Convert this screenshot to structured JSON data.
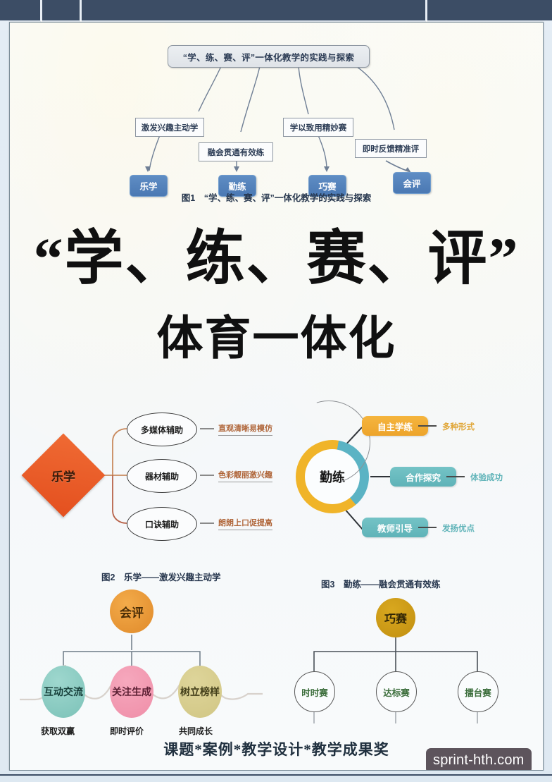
{
  "browser": {
    "bar_color": "#3c4d65"
  },
  "page": {
    "background": "#f7fafc",
    "border_color": "#7d8e99"
  },
  "fig1": {
    "title": "“学、练、赛、评”一体化教学的实践与探索",
    "branches": [
      "激发兴趣主动学",
      "融会贯通有效练",
      "学以致用精妙赛",
      "即时反馈精准评"
    ],
    "nodes": [
      "乐学",
      "勤练",
      "巧赛",
      "会评"
    ],
    "node_color": "#4a78b3",
    "caption": "图1　“学、练、赛、评”一体化教学的实践与探索"
  },
  "hero": {
    "line1": "“学、练、赛、评”",
    "line2": "体育一体化"
  },
  "fig2": {
    "center": "乐学",
    "center_color": "#e4501f",
    "items": [
      {
        "node": "多媒体辅助",
        "label": "直观清晰易模仿"
      },
      {
        "node": "器材辅助",
        "label": "色彩靓丽激兴趣"
      },
      {
        "node": "口诀辅助",
        "label": "朗朗上口促提高"
      }
    ],
    "caption": "图2　乐学——激发兴趣主动学"
  },
  "fig3": {
    "center": "勤练",
    "ring_colors": [
      "#f0b429",
      "#5bb3c4"
    ],
    "items": [
      {
        "pill": "自主学练",
        "label": "多种形式",
        "color": "#eda42b"
      },
      {
        "pill": "合作探究",
        "label": "体验成功",
        "color": "#5fb3b8"
      },
      {
        "pill": "教师引导",
        "label": "发扬优点",
        "color": "#5fb3b8"
      }
    ],
    "caption": "图3　勤练——融会贯通有效练"
  },
  "fig4": {
    "center": "会评",
    "center_color": "#e08a2a",
    "items": [
      {
        "node": "互动交流",
        "caption": "获取双赢",
        "color": "#7cc2b8"
      },
      {
        "node": "关注生成",
        "caption": "即时评价",
        "color": "#ef8ea8"
      },
      {
        "node": "树立榜样",
        "caption": "共同成长",
        "color": "#d1c684"
      }
    ]
  },
  "fig5": {
    "center": "巧赛",
    "center_color": "#c18f10",
    "items": [
      "时时赛",
      "达标赛",
      "擂台赛"
    ]
  },
  "footer": {
    "text": "课题*案例*教学设计*教学成果奖",
    "watermark": "sprint-hth.com"
  }
}
